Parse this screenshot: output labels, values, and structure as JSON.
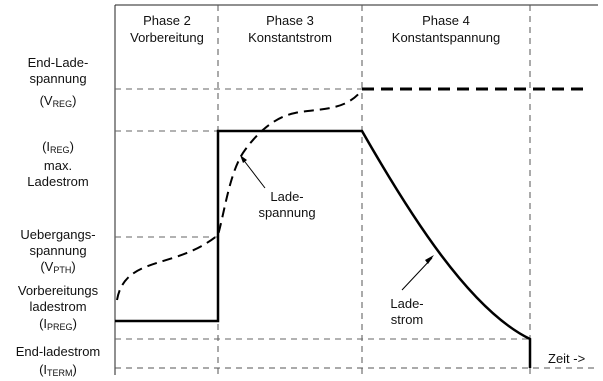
{
  "phases": [
    {
      "title": "Phase 2",
      "subtitle": "Vorbereitung"
    },
    {
      "title": "Phase 3",
      "subtitle": "Konstantstrom"
    },
    {
      "title": "Phase 4",
      "subtitle": "Konstantspannung"
    }
  ],
  "y_labels": {
    "end_lade_1": "End-Lade-",
    "end_lade_2": "spannung",
    "vreg_main": "(V",
    "vreg_sub": "REG",
    "vreg_close": ")",
    "ireg_main": "(I",
    "ireg_sub": "REG",
    "ireg_close": ")",
    "max_1": "max.",
    "max_2": "Ladestrom",
    "ueb_1": "Uebergangs-",
    "ueb_2": "spannung",
    "vpth_main": "(V",
    "vpth_sub": "PTH",
    "vpth_close": ")",
    "vorb_1": "Vorbereitungs",
    "vorb_2": "ladestrom",
    "ipreg_main": "(I",
    "ipreg_sub": "PREG",
    "ipreg_close": ")",
    "endstrom": "End-ladestrom",
    "iterm_main": "(I",
    "iterm_sub": "TERM",
    "iterm_close": ")"
  },
  "annotations": {
    "ladespannung_1": "Lade-",
    "ladespannung_2": "spannung",
    "ladestrom_1": "Lade-",
    "ladestrom_2": "strom"
  },
  "x_axis_label": "Zeit ->"
}
